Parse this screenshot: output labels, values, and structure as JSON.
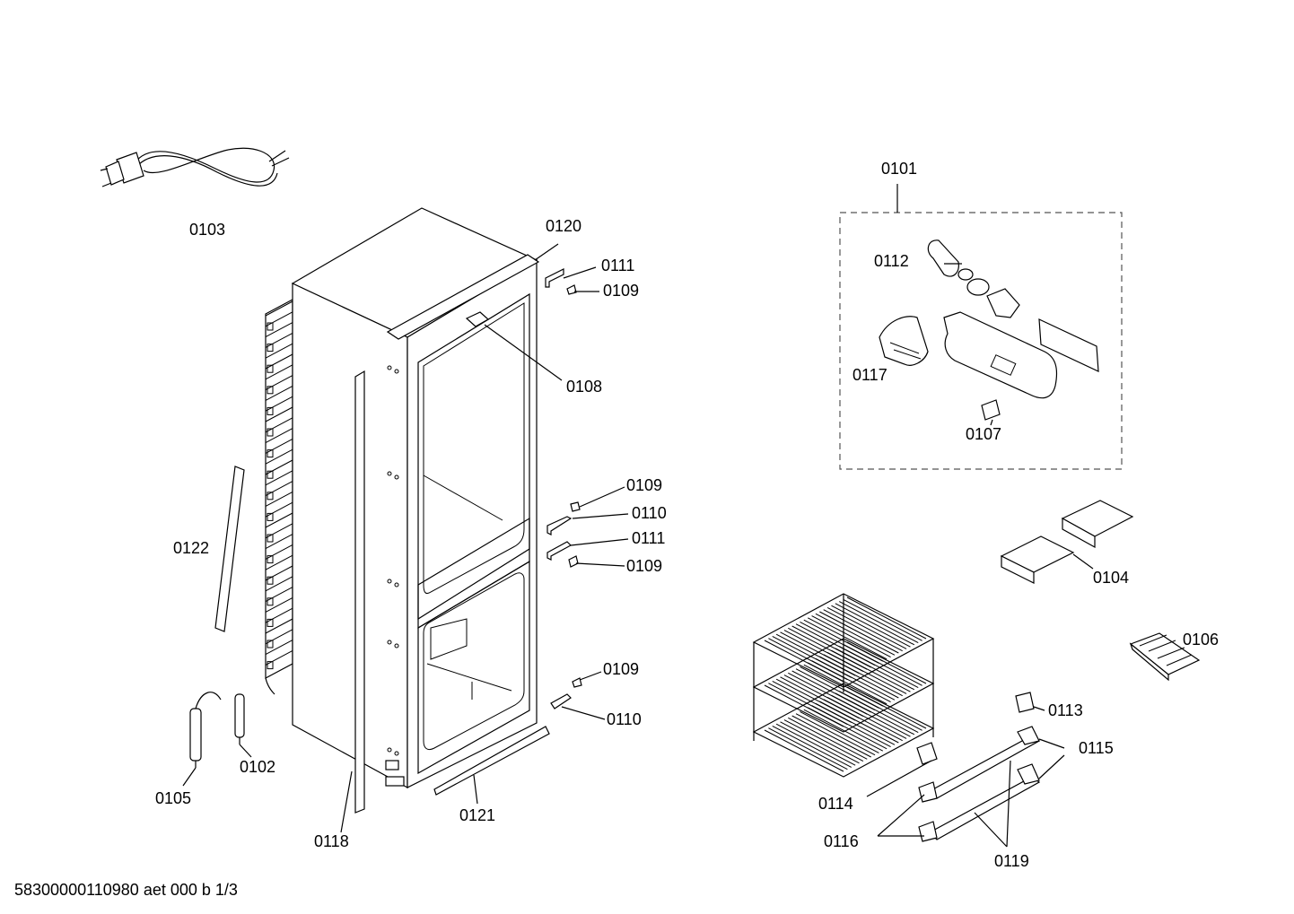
{
  "labels": {
    "p0101": "0101",
    "p0102": "0102",
    "p0103": "0103",
    "p0104": "0104",
    "p0105": "0105",
    "p0106": "0106",
    "p0107": "0107",
    "p0108": "0108",
    "p0109a": "0109",
    "p0109b": "0109",
    "p0109c": "0109",
    "p0109d": "0109",
    "p0110a": "0110",
    "p0110b": "0110",
    "p0111a": "0111",
    "p0111b": "0111",
    "p0112": "0112",
    "p0113": "0113",
    "p0114": "0114",
    "p0115": "0115",
    "p0116": "0116",
    "p0117": "0117",
    "p0118": "0118",
    "p0119": "0119",
    "p0120": "0120",
    "p0121": "0121",
    "p0122": "0122"
  },
  "footer": "58300000110980 aet 000 b 1/3"
}
